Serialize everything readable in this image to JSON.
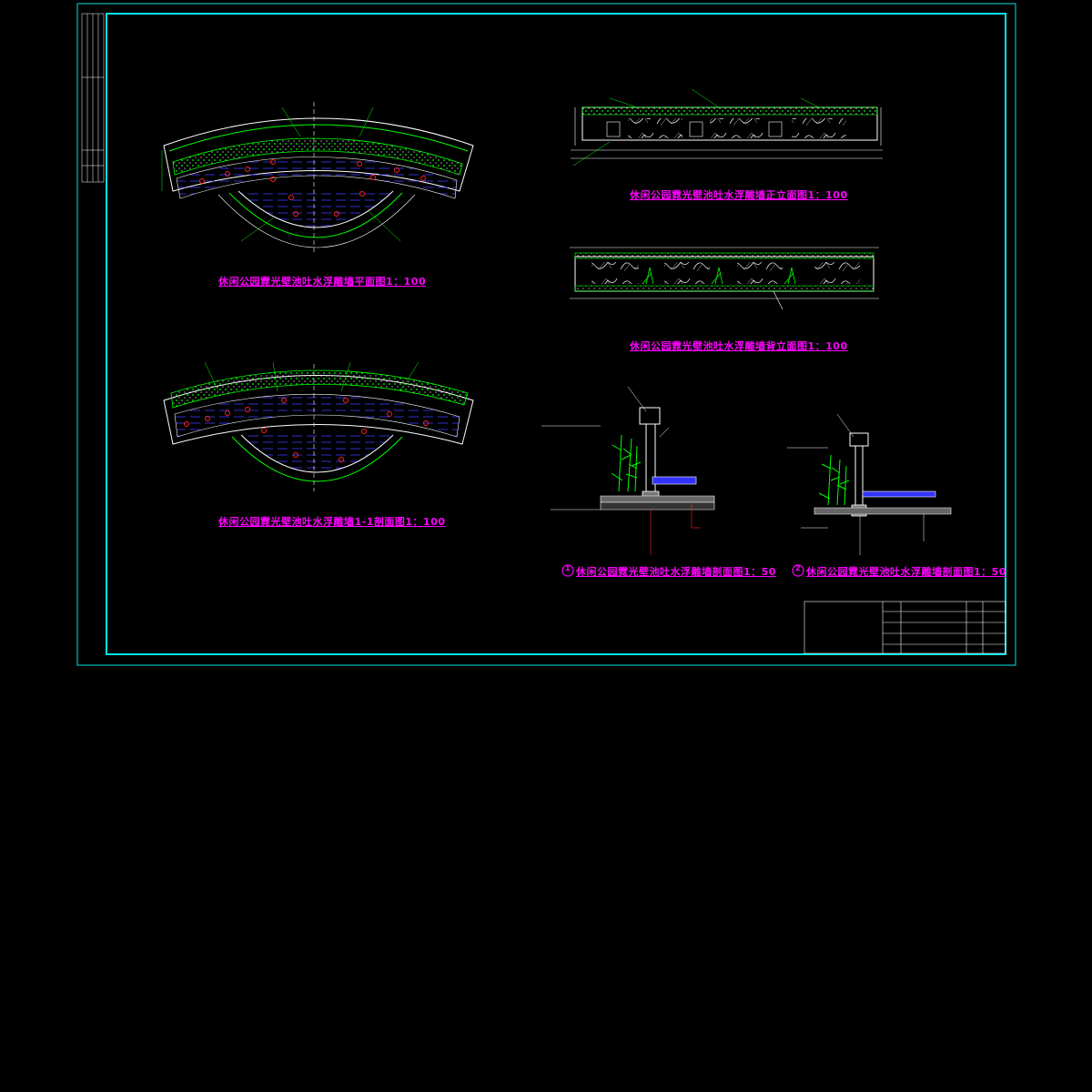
{
  "drawing": {
    "titles": {
      "plan": "休闲公园霓光壁池吐水浮雕墙平面图1：100",
      "section_1_1": "休闲公园霓光壁池吐水浮雕墙1-1剖面图1：100",
      "front_elevation": "休闲公园霓光壁池吐水浮雕墙正立面图1：100",
      "back_elevation": "休闲公园霓光壁池吐水浮雕墙背立面图1：100",
      "detail_a": "休闲公园霓光壁池吐水浮雕墙剖面图1：50",
      "detail_b": "休闲公园霓光壁池吐水浮雕墙剖面图1：50"
    },
    "detail_marks": {
      "a": "1",
      "b": "2"
    },
    "colors": {
      "frame": "#00e5e5",
      "title": "#ff00ff",
      "water": "#3333ff",
      "planting": "#00ff00",
      "fountain": "#ff2222",
      "linework": "#ffffff"
    }
  }
}
